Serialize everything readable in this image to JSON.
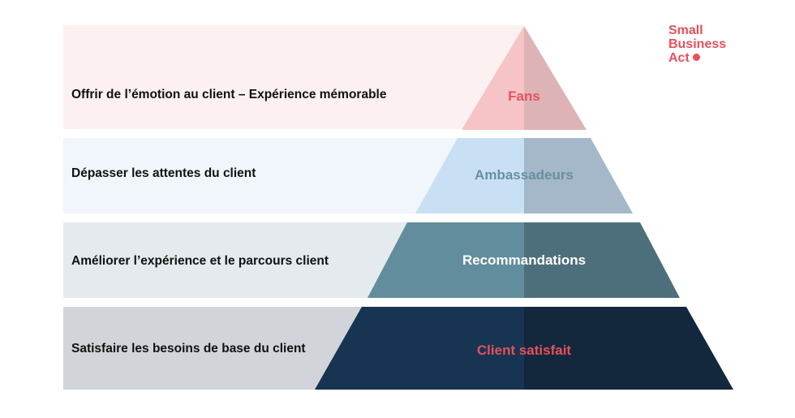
{
  "logo": {
    "line1": "Small",
    "line2": "Business",
    "line3": "Act",
    "color": "#e8505b"
  },
  "levels": [
    {
      "tier": "Fans",
      "description": "Offrir de l’émotion au client – Expérience mémorable",
      "band_color": "#fdf0f0",
      "shape_color_left": "#f6c4c6",
      "shape_color_right": "#deb3b5",
      "tier_text_color": "#e8505b"
    },
    {
      "tier": "Ambassadeurs",
      "description": "Dépasser les attentes du client",
      "band_color": "#f0f6fb",
      "shape_color_left": "#c9e0f4",
      "shape_color_right": "#a4b8c9",
      "tier_text_color": "#6a8ea4"
    },
    {
      "tier": "Recommandations",
      "description": "Améliorer l’expérience et le parcours client",
      "band_color": "#e4eaed",
      "shape_color_left": "#628d9c",
      "shape_color_right": "#4d6f7b",
      "tier_text_color": "#ffffff"
    },
    {
      "tier": "Client satisfait",
      "description": "Satisfaire les besoins de base du client",
      "band_color": "#d1d5d9",
      "shape_color_left": "#173453",
      "shape_color_right": "#13273d",
      "tier_text_color": "#e8505b"
    }
  ]
}
